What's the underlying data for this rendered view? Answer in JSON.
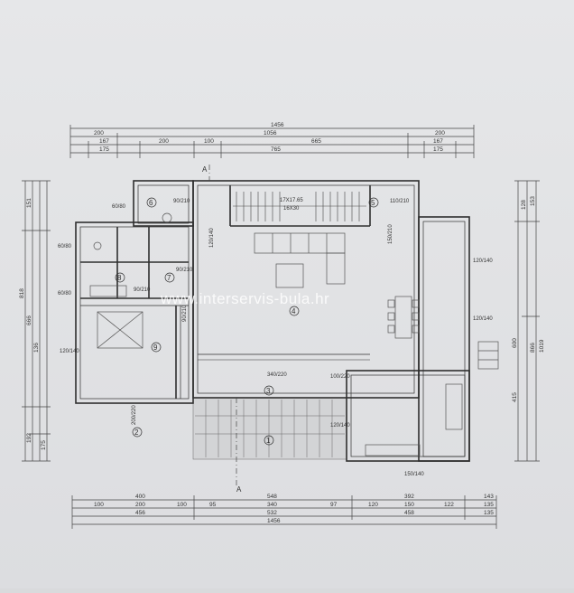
{
  "dimensions": {
    "top": {
      "row1": [
        "1456"
      ],
      "row2": [
        "200",
        "1056",
        "200"
      ],
      "row3": [
        "167",
        "200",
        "100",
        "665",
        "167"
      ],
      "row4": [
        "175",
        "765",
        "175"
      ]
    },
    "bottom": {
      "row1": [
        "400",
        "548",
        "392",
        "143"
      ],
      "row2": [
        "100",
        "200",
        "100",
        "95",
        "340",
        "97",
        "120",
        "150",
        "122",
        "135"
      ],
      "row3": [
        "456",
        "532",
        "458",
        "135"
      ],
      "row4": [
        "1456"
      ]
    },
    "left": [
      "818",
      "151",
      "666",
      "136",
      "192",
      "175"
    ],
    "right": [
      "128",
      "153",
      "1019",
      "866",
      "600",
      "415"
    ]
  },
  "openings": [
    "60/80",
    "60/80",
    "60/80",
    "90/210",
    "90/210",
    "90/210",
    "90/210",
    "110/210",
    "150/210",
    "120/140",
    "120/140",
    "120/140",
    "120/140",
    "100/220",
    "340/220",
    "200/220",
    "120/140",
    "150/140"
  ],
  "stair_label": [
    "17X17.65",
    "16X30"
  ],
  "rooms": [
    "1",
    "2",
    "3",
    "4",
    "5",
    "6",
    "7",
    "8",
    "9"
  ],
  "section_marker": "A",
  "watermark": "www.interservis-bula.hr",
  "colors": {
    "paper": "#e4e5e7",
    "line": "#3a3a3a",
    "watermark": "#ffffff"
  }
}
